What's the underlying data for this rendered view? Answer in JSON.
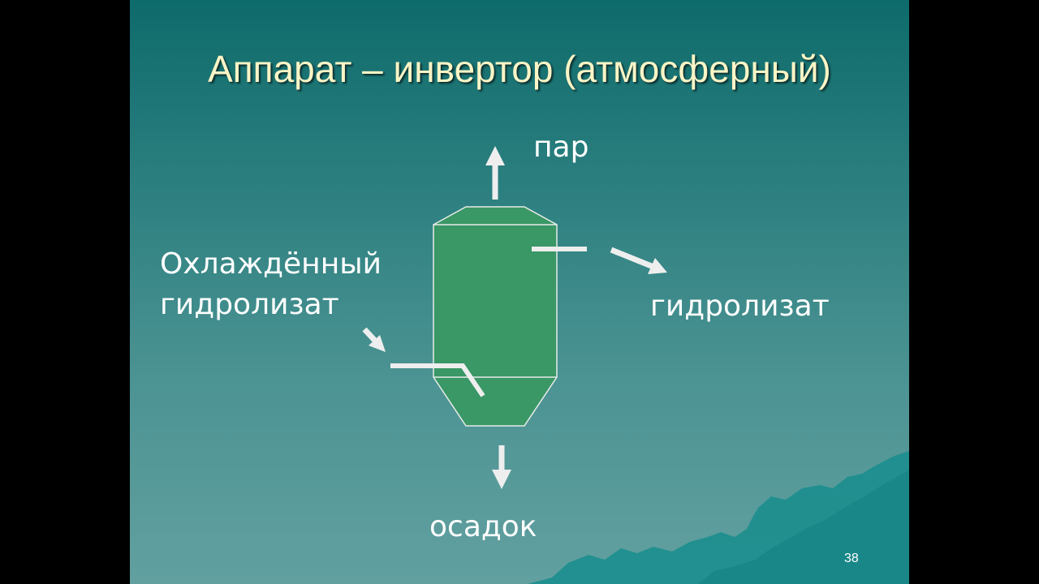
{
  "slide": {
    "title": "Аппарат – инвертор (атмосферный)",
    "page_number": "38"
  },
  "diagram": {
    "labels": {
      "steam": "пар",
      "feed_line1": "Охлаждённый",
      "feed_line2": "гидролизат",
      "product": "гидролизат",
      "sediment": "осадок"
    }
  },
  "colors": {
    "background_top": "#0e6b6b",
    "background_bottom": "#62a0a0",
    "vessel_fill": "#3a9766",
    "vessel_outline": "#e6ece8",
    "arrow": "#eeeeee",
    "title_text": "#fcf5c6",
    "label_text": "#ffffff",
    "terrain": "#1c8e8e"
  }
}
